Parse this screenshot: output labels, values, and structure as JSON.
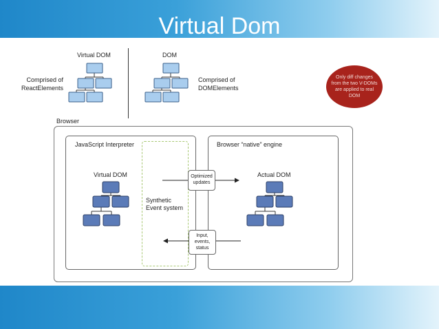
{
  "slide": {
    "title": "Virtual Dom"
  },
  "top": {
    "virtual_dom_label": "Virtual DOM",
    "dom_label": "DOM",
    "left_desc_line1": "Comprised of",
    "left_desc_line2": "ReactElements",
    "right_desc_line1": "Comprised of",
    "right_desc_line2": "DOMElements"
  },
  "note": {
    "lines": [
      "Only diff changes",
      "from the two V-DOMs",
      "are applied to real",
      "DOM"
    ],
    "color": "#a8231c"
  },
  "browser": {
    "label": "Browser",
    "js_interpreter_label": "JavaScript Interpreter",
    "native_engine_label": "Browser “native” engine",
    "virtual_dom_label": "Virtual DOM",
    "actual_dom_label": "Actual DOM",
    "synthetic_line1": "Synthetic",
    "synthetic_line2": "Event system",
    "optimized_line1": "Optimized",
    "optimized_line2": "updates",
    "input_line1": "Input,",
    "input_line2": "events,",
    "input_line3": "status"
  },
  "colors": {
    "light_node": "#a9cdee",
    "dark_node": "#5b7bb8",
    "banner": "#1f87c9"
  }
}
